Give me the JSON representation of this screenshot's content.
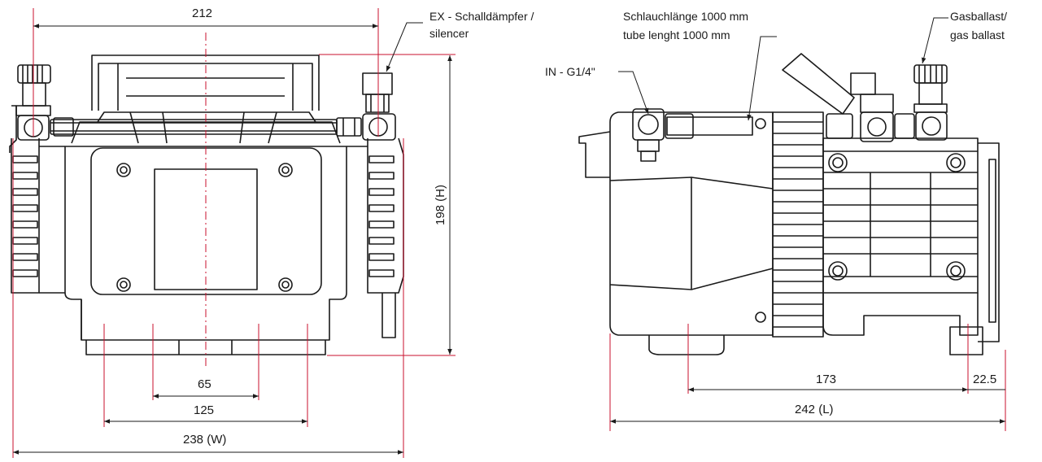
{
  "colors": {
    "outline": "#1a1a1a",
    "dimension_line": "#c8102e",
    "leader": "#1a1a1a",
    "background": "#ffffff"
  },
  "front_view": {
    "dimensions": {
      "top_width": "212",
      "height": "198 (H)",
      "inner_small": "65",
      "inner_large": "125",
      "overall_width": "238 (W)"
    },
    "callouts": {
      "exhaust_line1": "EX - Schalldämpfer /",
      "exhaust_line2": "silencer"
    }
  },
  "side_view": {
    "dimensions": {
      "foot_span": "173",
      "foot_offset": "22.5",
      "overall_length": "242 (L)"
    },
    "callouts": {
      "hose_line1": "Schlauchlänge 1000 mm",
      "hose_line2": "tube lenght 1000 mm",
      "inlet": "IN - G1/4\"",
      "gasballast_line1": "Gasballast/",
      "gasballast_line2": "gas ballast"
    }
  }
}
